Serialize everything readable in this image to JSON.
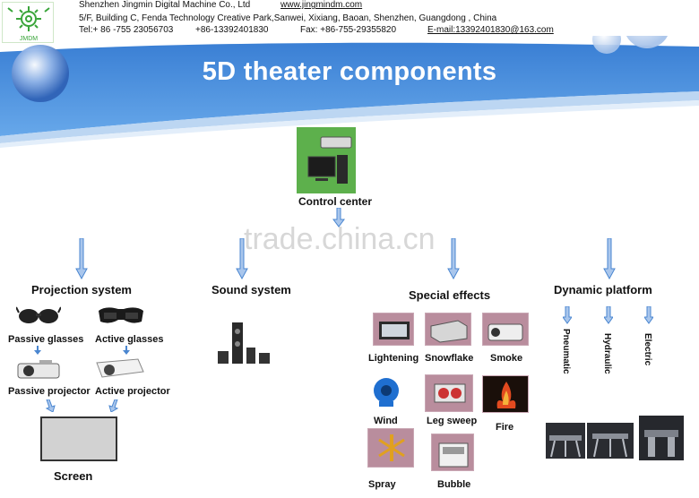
{
  "header": {
    "company": "Shenzhen Jingmin Digital Machine Co., Ltd",
    "website": "www.jingmindm.com",
    "address": "5/F, Building C, Fenda Technology Creative Park,Sanwei, Xixiang, Baoan, Shenzhen, Guangdong , China",
    "tel": "Tel:+ 86 -755 23056703",
    "mobile": "+86-13392401830",
    "fax": "Fax: +86-755-29355820",
    "email": "E-mail:13392401830@163.com",
    "logo_text": "JMDM"
  },
  "title": "5D theater components",
  "watermark": "trade.china.cn",
  "control_center": {
    "label": "Control center"
  },
  "projection": {
    "title": "Projection system",
    "passive_glasses": "Passive glasses",
    "active_glasses": "Active glasses",
    "passive_projector": "Passive projector",
    "active_projector": "Active projector",
    "screen": "Screen"
  },
  "sound": {
    "title": "Sound system"
  },
  "effects": {
    "title": "Special effects",
    "items": [
      "Lightening",
      "Snowflake",
      "Smoke",
      "Wind",
      "Leg sweep",
      "Fire",
      "Spray",
      "Bubble"
    ]
  },
  "platform": {
    "title": "Dynamic platform",
    "types": [
      "Pneumatic",
      "Hydraulic",
      "Electric"
    ]
  },
  "colors": {
    "banner": "#3d83d6",
    "accent_arrow": "#4a86d0",
    "icon_green": "#3aa53a"
  }
}
